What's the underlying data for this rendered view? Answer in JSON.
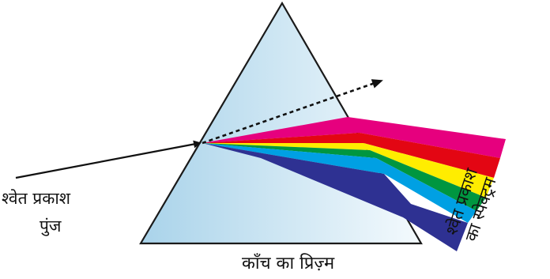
{
  "labels": {
    "white_light_line1": "श्वेत प्रकाश",
    "white_light_line2": "पुंज",
    "prism": "काँच का प्रिज़्म",
    "spectrum_line1": "श्वेत प्रकाश",
    "spectrum_line2": "का स्पेक्ट्रम"
  },
  "colors": {
    "prism_fill_left": "#a9d3ea",
    "prism_fill_right": "#f4fafd",
    "outline": "#1a1a1a",
    "bands": [
      "#e6007e",
      "#e30613",
      "#ffed00",
      "#009640",
      "#00a0e3",
      "#2e3192"
    ]
  }
}
